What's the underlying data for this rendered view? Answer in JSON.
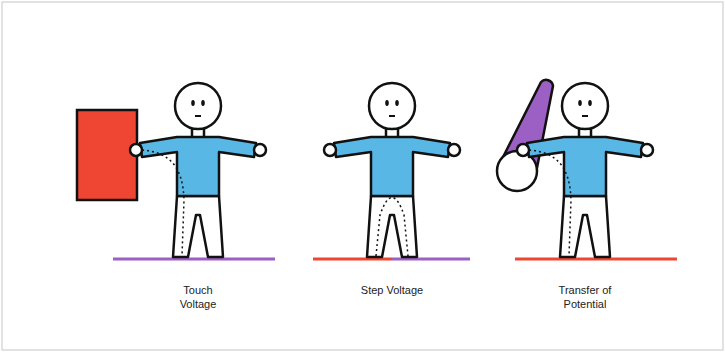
{
  "diagram": {
    "labels": [
      "Touch Voltage",
      "Step Voltage",
      "Transfer of Potential"
    ]
  }
}
